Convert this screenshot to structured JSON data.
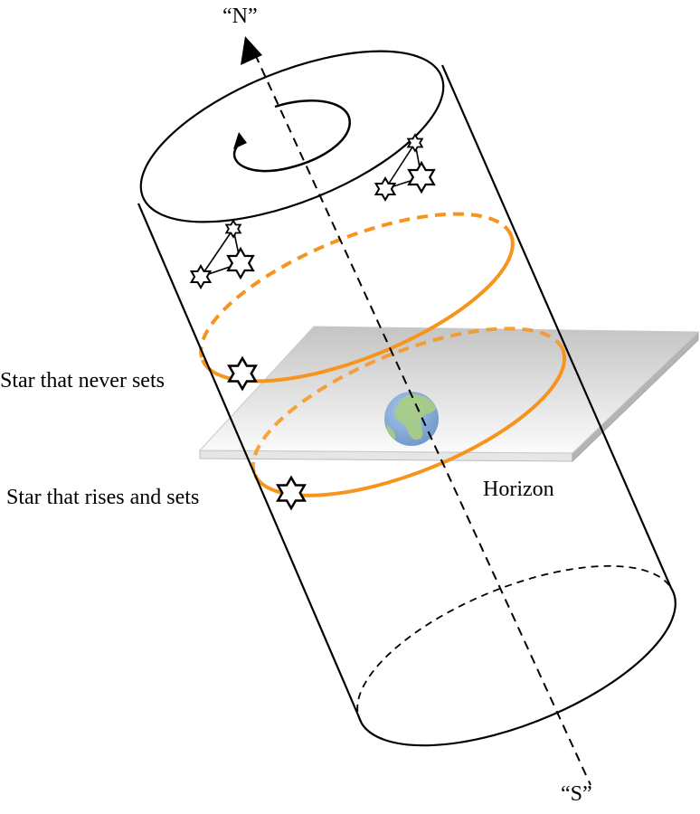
{
  "labels": {
    "north": "“N”",
    "south": "“S”",
    "never_sets": "Star that never sets",
    "rises_sets": "Star that rises and sets",
    "horizon": "Horizon"
  },
  "colors": {
    "orbit": "#f7941d",
    "outline": "#000000",
    "plane_light": "#f8f8f8",
    "plane_dark": "#c4c4c4",
    "earth_ocean": "#7fa8d8",
    "earth_land": "#a9cd82"
  },
  "icons": {
    "star": "six-pointed-star",
    "rotation": "curved-arrow",
    "earth": "globe"
  }
}
